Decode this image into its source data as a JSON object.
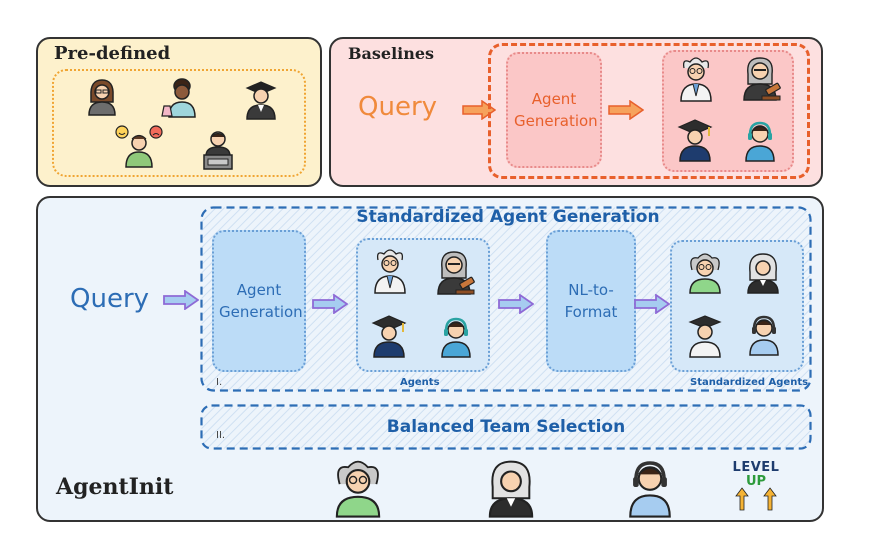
{
  "predefined": {
    "title": "Pre-defined"
  },
  "baselines": {
    "title": "Baselines",
    "query": "Query",
    "agent_generation": "Agent Generation"
  },
  "agentinit": {
    "title": "AgentInit",
    "query": "Query",
    "std_title": "Standardized Agent Generation",
    "agent_generation": "Agent Generation",
    "nl_to_format": "NL-to-Format",
    "agents_label": "Agents",
    "std_agents_label": "Standardized Agents",
    "stage_one": "I.",
    "stage_two": "II.",
    "balanced_title": "Balanced Team Selection",
    "level_up": [
      "LEVEL",
      "UP"
    ]
  },
  "colors": {
    "predefined_bg": "#fdf1cc",
    "predefined_dash": "#f0a533",
    "baselines_bg": "#fde0e0",
    "baselines_dash": "#e8602c",
    "query_orange": "#f08a3c",
    "agentinit_bg": "#edf4fb",
    "agentinit_blue": "#2d6db5",
    "stage_fill": "#bcdcf7",
    "arrow_purple": "#8e6ad6"
  },
  "icons": [
    "woman-icon",
    "scientist-icon",
    "graduate-icon",
    "moderator-icon",
    "speaker-icon",
    "doctor-icon",
    "judge-icon",
    "operator-icon",
    "elder-icon"
  ]
}
